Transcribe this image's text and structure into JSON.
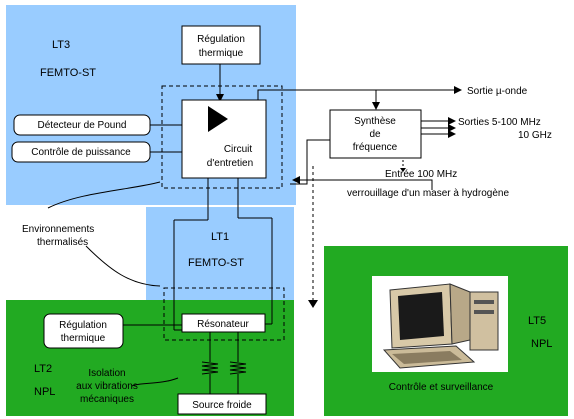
{
  "zones": {
    "lt3": {
      "name": "LT3",
      "org": "FEMTO-ST",
      "color": "#99ccff"
    },
    "lt1": {
      "name": "LT1",
      "org": "FEMTO-ST",
      "color": "#99ccff"
    },
    "lt2": {
      "name": "LT2",
      "org": "NPL",
      "color": "#22aa22"
    },
    "lt5": {
      "name": "LT5",
      "org": "NPL",
      "color": "#22aa22"
    }
  },
  "boxes": {
    "regulation_top": [
      "Régulation",
      "thermique"
    ],
    "detecteur": "Détecteur de Pound",
    "controle": "Contrôle de puissance",
    "circuit": [
      "Circuit",
      "d'entretien"
    ],
    "synthese": [
      "Synthèse",
      "de",
      "fréquence"
    ],
    "resonateur": "Résonateur",
    "regulation_bottom": [
      "Régulation",
      "thermique"
    ],
    "source": "Source froide"
  },
  "labels": {
    "sortie_onde": "Sortie µ-onde",
    "sorties": [
      "Sorties 5-100 MHz",
      "10 GHz"
    ],
    "entree": "Entrée 100 MHz",
    "verrouillage": "verrouillage d'un maser à hydrogène",
    "environnements": [
      "Environnements",
      "thermalisés"
    ],
    "isolation": [
      "Isolation",
      "aux vibrations",
      "mécaniques"
    ],
    "controle_surveillance": "Contrôle et surveillance"
  }
}
